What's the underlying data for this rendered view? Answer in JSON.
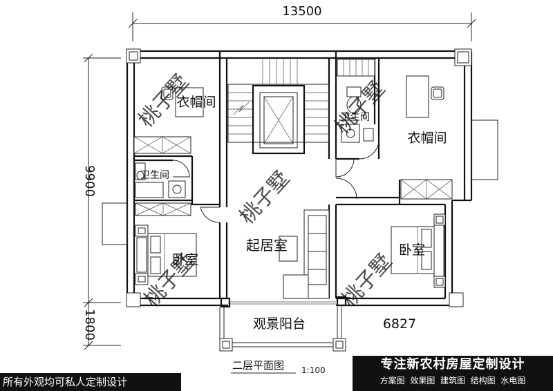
{
  "dimensions": {
    "total_width": "13500",
    "total_depth": "9900",
    "balcony_depth": "1800"
  },
  "rooms": {
    "cloakroom_left": "衣帽间",
    "cloakroom_right": "衣帽间",
    "bathroom_left": "卫生间",
    "bathroom_right": "卫生间",
    "bedroom_left": "卧室",
    "bedroom_right": "卧室",
    "living_room": "起居室",
    "balcony": "观景阳台"
  },
  "plan_number": "6827",
  "plan_title": "二层平面图",
  "scale": "1:100",
  "watermark": "桃子墅",
  "banner_left": "所有外观均可私人定制设计",
  "banner_right": {
    "headline": "专注新农村房屋定制设计",
    "services": [
      "方案图",
      "效果图",
      "建筑图",
      "结构图",
      "水电图"
    ]
  },
  "colors": {
    "line": "#111111",
    "watermark": "#9a9a9a",
    "banner_bg": "#111111",
    "banner_text": "#ffffff"
  }
}
